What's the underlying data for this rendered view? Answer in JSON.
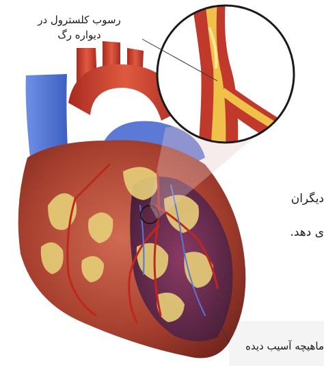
{
  "labels": {
    "top_line1": "رسوب کلسترول در",
    "top_line2": "دیواره رگ",
    "bottom": "ماهیچه آسیب دیده"
  },
  "background_text": {
    "fragment1": "دیگران",
    "fragment2": "ی دهد."
  },
  "colors": {
    "heart_muscle": "#b24a3c",
    "artery_red": "#c0261b",
    "vein_blue": "#5878d6",
    "fat_yellow": "#e9d27a",
    "damaged_purple": "#6b2c4e"
  }
}
